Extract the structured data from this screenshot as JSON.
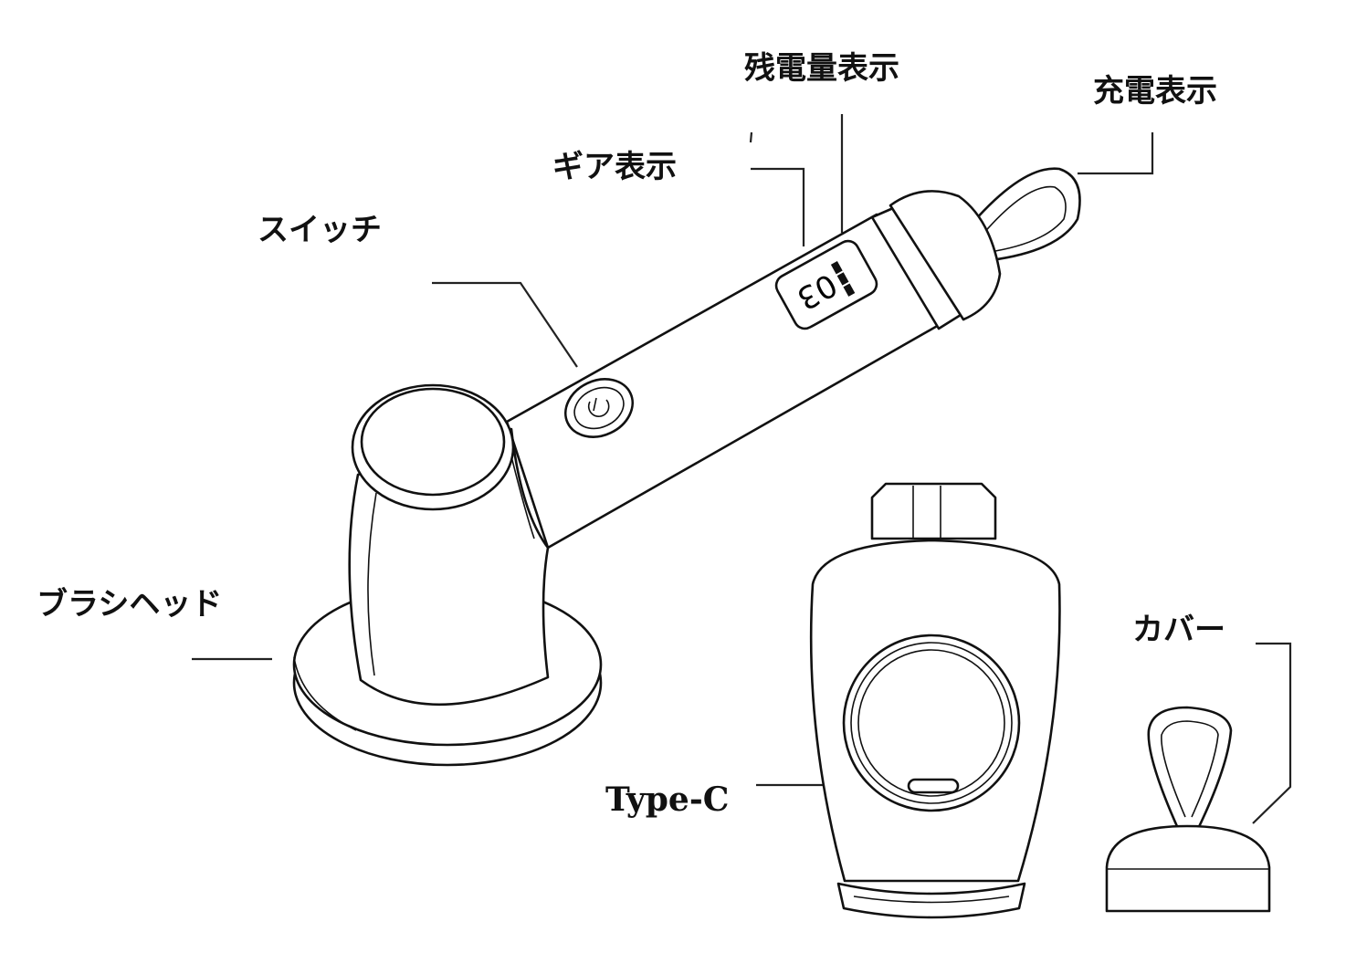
{
  "labels": {
    "battery_display": "残電量表示",
    "charging_display": "充電表示",
    "gear_display": "ギア表示",
    "switch": "スイッチ",
    "brush_head": "ブラシヘッド",
    "cover": "カバー",
    "type_c": "Type-C"
  },
  "display_readout": "03"
}
